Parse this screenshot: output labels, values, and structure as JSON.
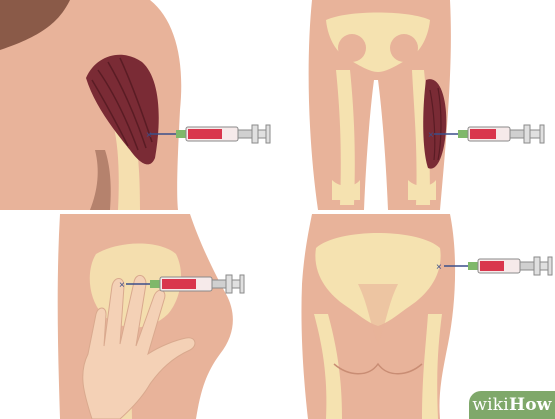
{
  "watermark": {
    "part1": "wiki",
    "part2": "How"
  },
  "colors": {
    "skin": "#e8b39a",
    "skin_light": "#eec4ad",
    "bone": "#f5e2b0",
    "muscle": "#7a2b35",
    "hair": "#8a5a48",
    "syringe_fluid": "#d9364d",
    "needle": "#3b4f8a",
    "watermark_green": "#7fa86a"
  },
  "panels": [
    {
      "label": "shoulder-deltoid",
      "icon": "syringe-icon"
    },
    {
      "label": "thigh-vastus-lateralis",
      "icon": "syringe-icon"
    },
    {
      "label": "ventrogluteal-hip",
      "icon": "syringe-icon"
    },
    {
      "label": "dorsogluteal-buttock",
      "icon": "syringe-icon"
    }
  ]
}
